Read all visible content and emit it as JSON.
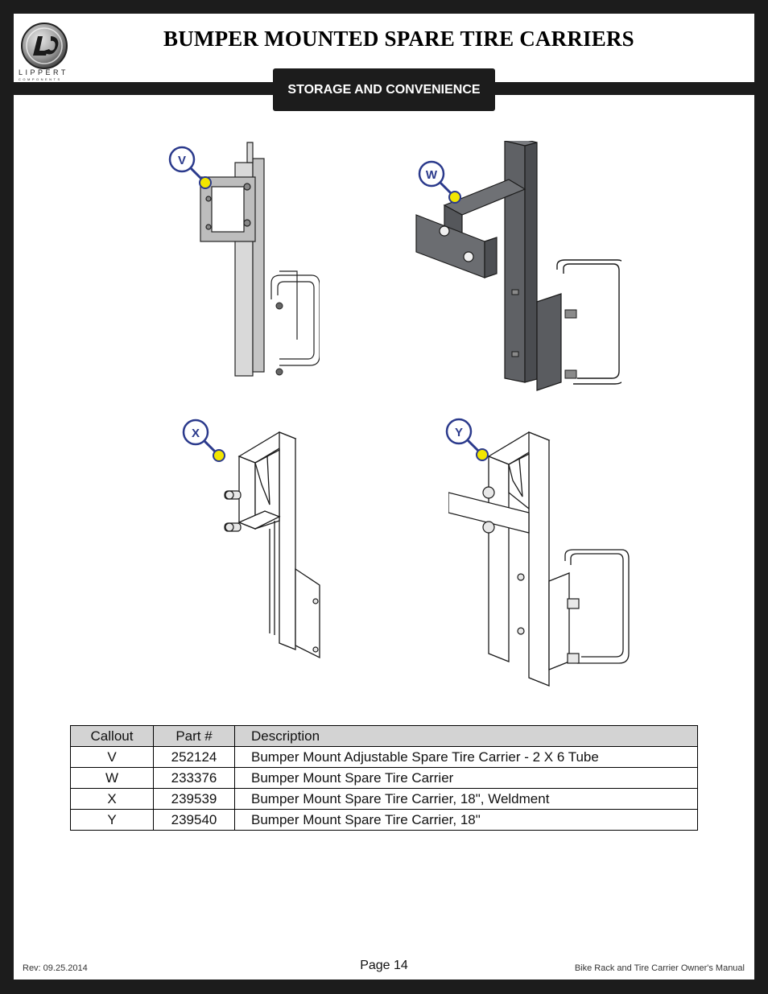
{
  "header": {
    "logo_word": "LIPPERT",
    "logo_sub": "COMPONENTS",
    "title": "BUMPER MOUNTED SPARE TIRE CARRIERS",
    "section_tab": "STORAGE AND CONVENIENCE"
  },
  "figures": {
    "callouts": [
      "V",
      "W",
      "X",
      "Y"
    ],
    "callout_color": "#2b3a8c",
    "dot_color": "#f2e600"
  },
  "table": {
    "headers": [
      "Callout",
      "Part #",
      "Description"
    ],
    "rows": [
      [
        "V",
        "252124",
        "Bumper Mount Adjustable Spare Tire Carrier - 2 X 6 Tube"
      ],
      [
        "W",
        "233376",
        "Bumper Mount Spare Tire Carrier"
      ],
      [
        "X",
        "239539",
        "Bumper Mount Spare Tire Carrier, 18\", Weldment"
      ],
      [
        "Y",
        "239540",
        "Bumper Mount Spare Tire Carrier, 18\""
      ]
    ]
  },
  "footer": {
    "rev": "Rev: 09.25.2014",
    "page": "Page 14",
    "manual": "Bike Rack and Tire Carrier Owner's Manual"
  }
}
